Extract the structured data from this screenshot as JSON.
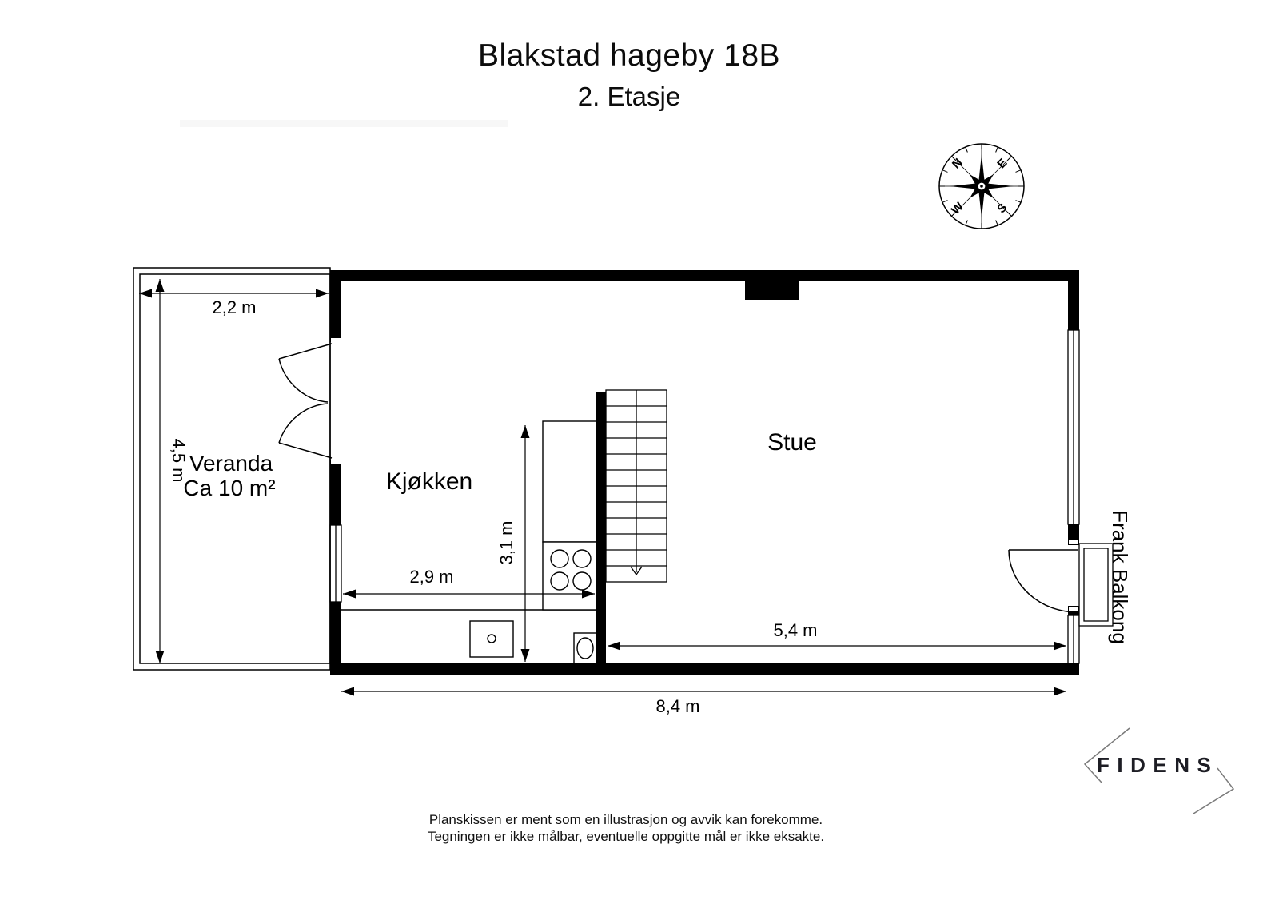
{
  "page": {
    "background": "#ffffff",
    "line_color": "#000000"
  },
  "header": {
    "title": "Blakstad hageby 18B",
    "subtitle": "2. Etasje"
  },
  "compass": {
    "n": "N",
    "e": "E",
    "s": "S",
    "w": "W"
  },
  "rooms": {
    "veranda": {
      "name": "Veranda",
      "area": "Ca 10 m²"
    },
    "kitchen": {
      "name": "Kjøkken"
    },
    "living": {
      "name": "Stue"
    },
    "balcony": {
      "name": "Frank Balkong"
    }
  },
  "dimensions": {
    "veranda_width": "2,2 m",
    "veranda_depth": "4,5 m",
    "kitchen_width": "2,9 m",
    "kitchen_depth": "3,1 m",
    "living_width": "5,4 m",
    "total_width": "8,4 m"
  },
  "footer": {
    "disclaimer_line1": "Planskissen er ment som en illustrasjon og avvik kan forekomme.",
    "disclaimer_line2": "Tegningen er ikke målbar, eventuelle oppgitte mål er ikke eksakte.",
    "logo_text": "FIDENS",
    "logo_color": "#1d1d24",
    "logo_chevron_color": "#7a7a7a"
  }
}
